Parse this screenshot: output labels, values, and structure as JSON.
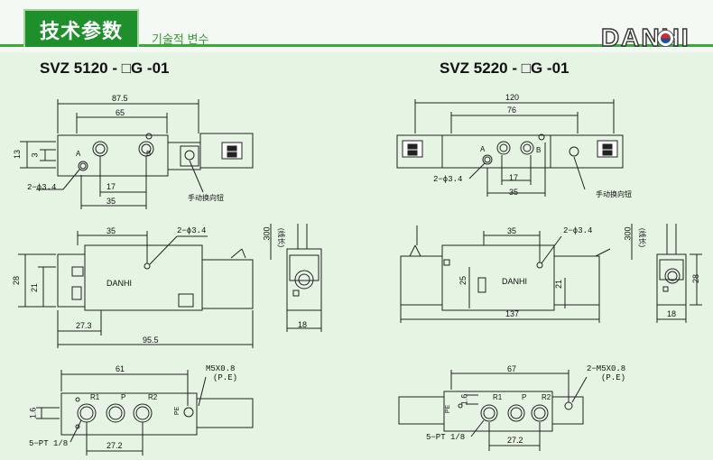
{
  "header": {
    "tab_title": "技术参数",
    "subtitle": "기술적 변수",
    "brand": "DANHI"
  },
  "models": {
    "left": "SVZ 5120 - □G -01",
    "right": "SVZ 5220 - □G -01"
  },
  "left": {
    "dim_87_5": "87.5",
    "dim_65": "65",
    "dim_13": "13",
    "dim_3": "3",
    "port_a": "A",
    "port_b": "B",
    "dim_17": "17",
    "dim_35_top": "35",
    "hole_note": "2−ϕ3.4",
    "manual_note": "手动换向钮",
    "dim_35_mid": "35",
    "hole_note_mid": "2−ϕ3.4",
    "dim_300": "300",
    "wire_len": "(线长)",
    "dim_28": "28",
    "dim_21": "21",
    "body_label": "DANHI",
    "dim_27_3": "27.3",
    "dim_95_5": "95.5",
    "dim_18": "18",
    "dim_61": "61",
    "thread_note": "M5X0.8",
    "thread_pe": "(P.E)",
    "port_r1": "R1",
    "port_p": "P",
    "port_r2": "R2",
    "port_pe": "PE",
    "dim_1_6": "1.6",
    "pt_note": "5−PT 1/8",
    "dim_27_2": "27.2"
  },
  "right": {
    "dim_120": "120",
    "dim_76": "76",
    "port_a": "A",
    "port_b": "B",
    "dim_17": "17",
    "dim_35_top": "35",
    "hole_note": "2−ϕ3.4",
    "manual_note": "手动换向钮",
    "dim_35_mid": "35",
    "hole_note_mid": "2−ϕ3.4",
    "dim_300": "300",
    "wire_len": "(线长)",
    "dim_25": "25",
    "dim_21": "21",
    "body_label": "DANHI",
    "dim_137": "137",
    "dim_28": "28",
    "dim_18": "18",
    "dim_67": "67",
    "thread_note": "2−M5X0.8",
    "thread_pe": "(P.E)",
    "port_r1": "R1",
    "port_p": "P",
    "port_r2": "R2",
    "port_pe": "PE",
    "dim_1_6": "1.6",
    "pt_note": "5−PT 1/8",
    "dim_27_2": "27.2"
  }
}
